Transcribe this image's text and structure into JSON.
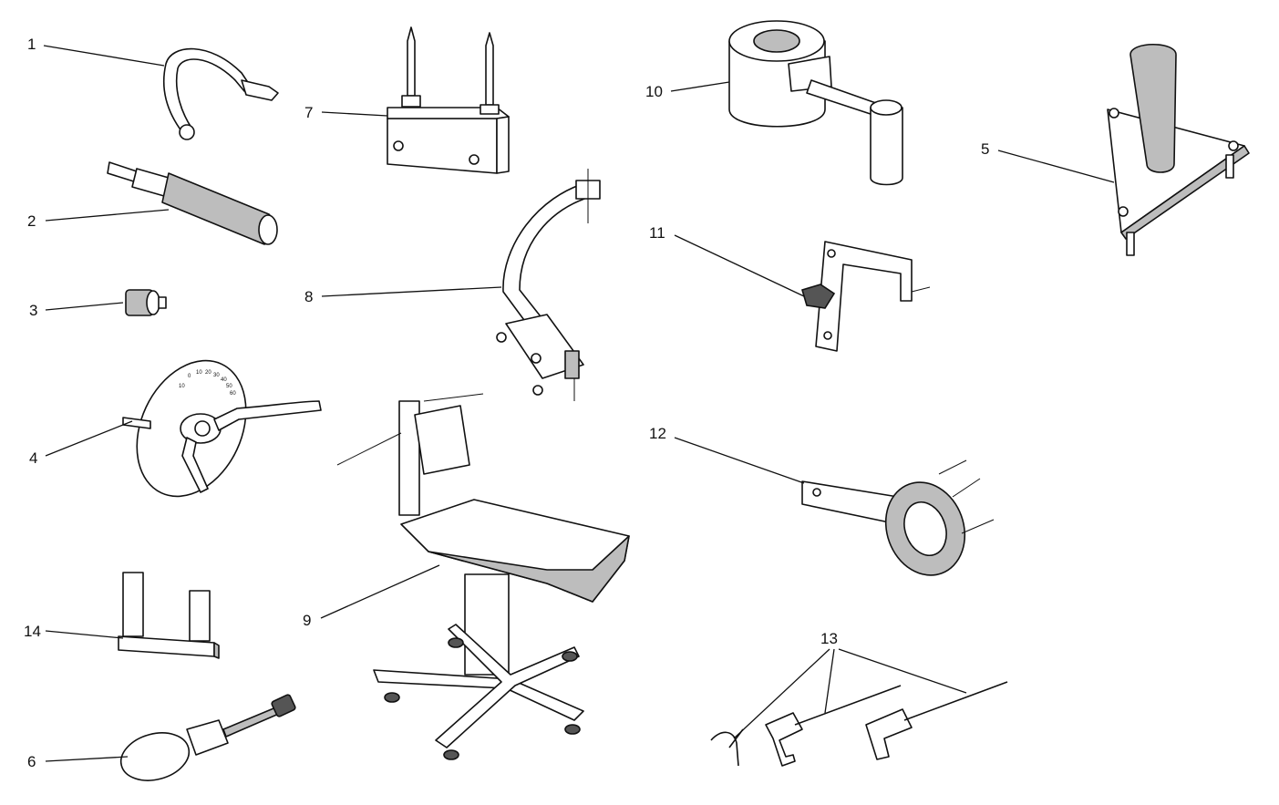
{
  "diagram": {
    "callouts": {
      "c1": "1",
      "c2": "2",
      "c3": "3",
      "c4": "4",
      "c5": "5",
      "c6": "6",
      "c7": "7",
      "c8": "8",
      "c9": "9",
      "c10": "10",
      "c11": "11",
      "c12": "12",
      "c13": "13",
      "c14": "14"
    },
    "dial_ticks": [
      "10",
      "0",
      "10",
      "20",
      "30",
      "40",
      "50",
      "60"
    ]
  }
}
